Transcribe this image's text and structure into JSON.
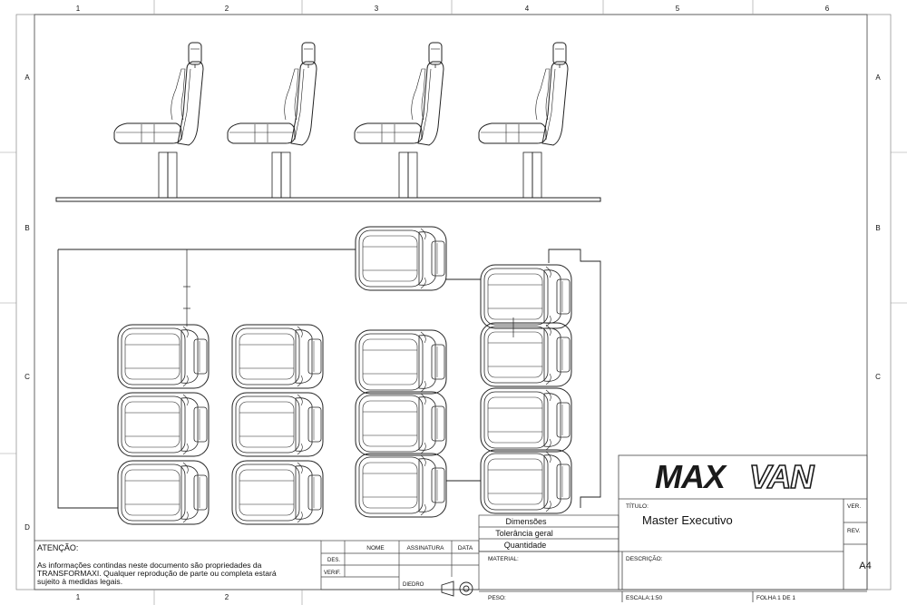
{
  "border": {
    "columns_top": [
      "1",
      "2",
      "3",
      "4",
      "5",
      "6"
    ],
    "columns_bottom": [
      "1",
      "2"
    ],
    "rows_left": [
      "A",
      "B",
      "C",
      "D"
    ],
    "rows_right": [
      "A",
      "B",
      "C"
    ]
  },
  "notice": {
    "heading": "ATENÇÃO:",
    "lines": [
      "As informações contindas neste documento são propriedades da",
      "TRANSFORMAXI. Qualquer reprodução de parte ou completa estará",
      "sujeito à medidas legais."
    ]
  },
  "signature_table": {
    "headers": [
      "NOME",
      "ASSINATURA",
      "DATA"
    ],
    "rows": [
      "DES.",
      "VERIF."
    ]
  },
  "specs": {
    "dimensoes": "Dimensões",
    "tolerancia": "Tolerância geral",
    "quantidade": "Quantidade"
  },
  "title_block": {
    "logo_dark": "MAX",
    "logo_light": "VAN",
    "titulo_label": "TÍTULO:",
    "titulo_value": "Master Executivo",
    "ver_label": "VER.",
    "rev_label": "REV.",
    "material_label": "MATERIAL:",
    "descricao_label": "DESCRIÇÃO:",
    "diedro_label": "DIEDRO",
    "sheet_size": "A4",
    "peso_label": "PESO:",
    "escala_label": "ESCALA:1:50",
    "folha_label": "FOLHA 1 DE 1"
  },
  "views": {
    "side_view_seats": 4,
    "plan_view_seats": 14
  }
}
